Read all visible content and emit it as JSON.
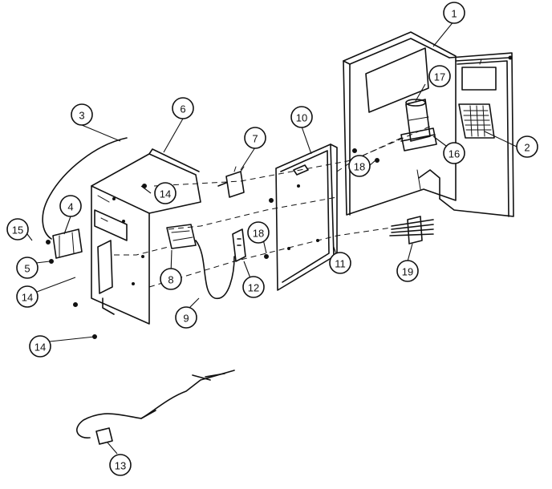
{
  "diagram": {
    "callouts": [
      {
        "id": "c1",
        "label": "1"
      },
      {
        "id": "c2",
        "label": "2"
      },
      {
        "id": "c3",
        "label": "3"
      },
      {
        "id": "c4",
        "label": "4"
      },
      {
        "id": "c5",
        "label": "5"
      },
      {
        "id": "c6",
        "label": "6"
      },
      {
        "id": "c7",
        "label": "7"
      },
      {
        "id": "c8",
        "label": "8"
      },
      {
        "id": "c9",
        "label": "9"
      },
      {
        "id": "c10",
        "label": "10"
      },
      {
        "id": "c11",
        "label": "11"
      },
      {
        "id": "c12",
        "label": "12"
      },
      {
        "id": "c13",
        "label": "13"
      },
      {
        "id": "c14a",
        "label": "14"
      },
      {
        "id": "c14b",
        "label": "14"
      },
      {
        "id": "c14c",
        "label": "14"
      },
      {
        "id": "c15",
        "label": "15"
      },
      {
        "id": "c16",
        "label": "16"
      },
      {
        "id": "c17",
        "label": "17"
      },
      {
        "id": "c18a",
        "label": "18"
      },
      {
        "id": "c18b",
        "label": "18"
      },
      {
        "id": "c19",
        "label": "19"
      }
    ]
  }
}
